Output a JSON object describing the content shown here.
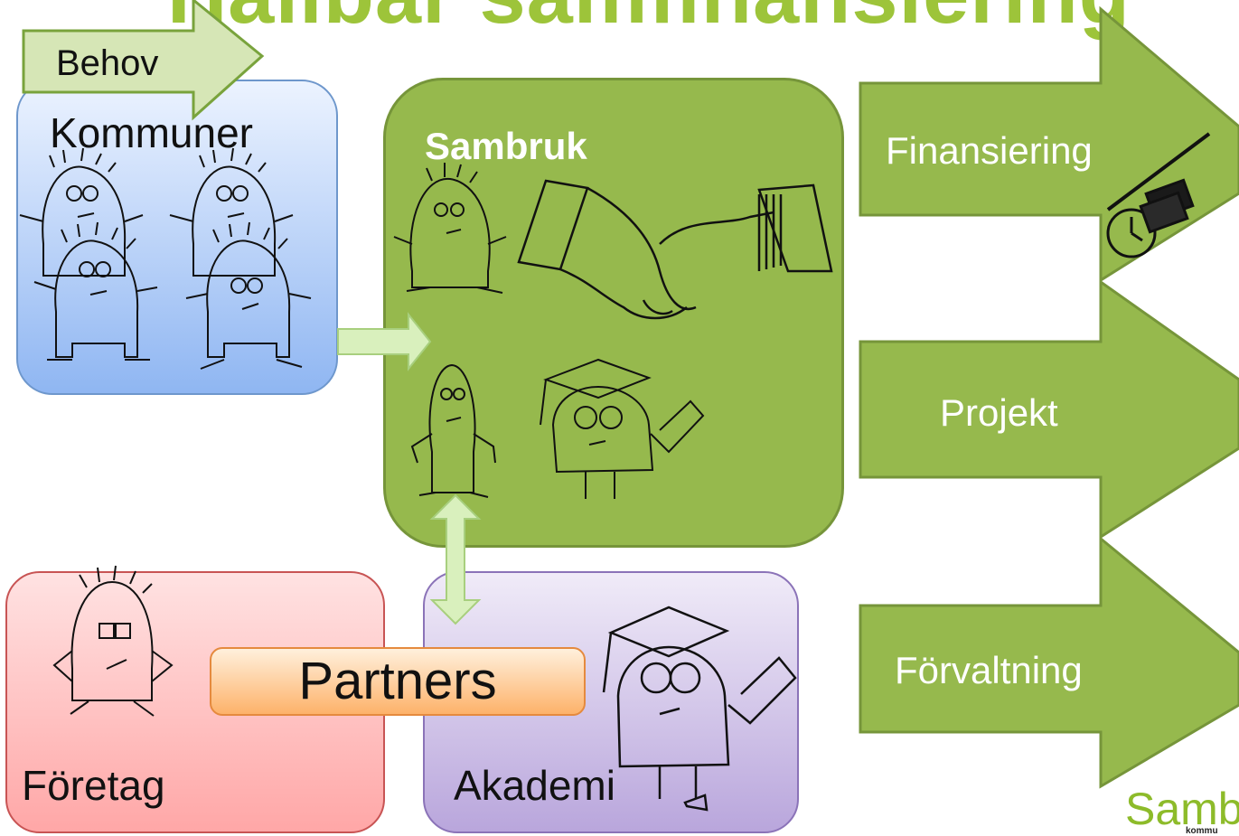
{
  "title": "Hållbar samfinansiering",
  "behov": "Behov",
  "actors": {
    "kommuner": "Kommuner",
    "sambruk": "Sambruk",
    "foretag": "Företag",
    "akademi": "Akademi",
    "partners": "Partners"
  },
  "outcomes": {
    "finansiering": "Finansiering",
    "projekt": "Projekt",
    "forvaltning": "Förvaltning"
  },
  "logo": {
    "text": "Samb",
    "sub": "kommu"
  },
  "colors": {
    "green": "#96b94d",
    "title_green": "#9dc43a",
    "kommuner_blue": "#8fb6f2",
    "foretag_red": "#ffa7a7",
    "akademi_purple": "#b9a6dc",
    "partners_orange": "#fdb26a"
  }
}
